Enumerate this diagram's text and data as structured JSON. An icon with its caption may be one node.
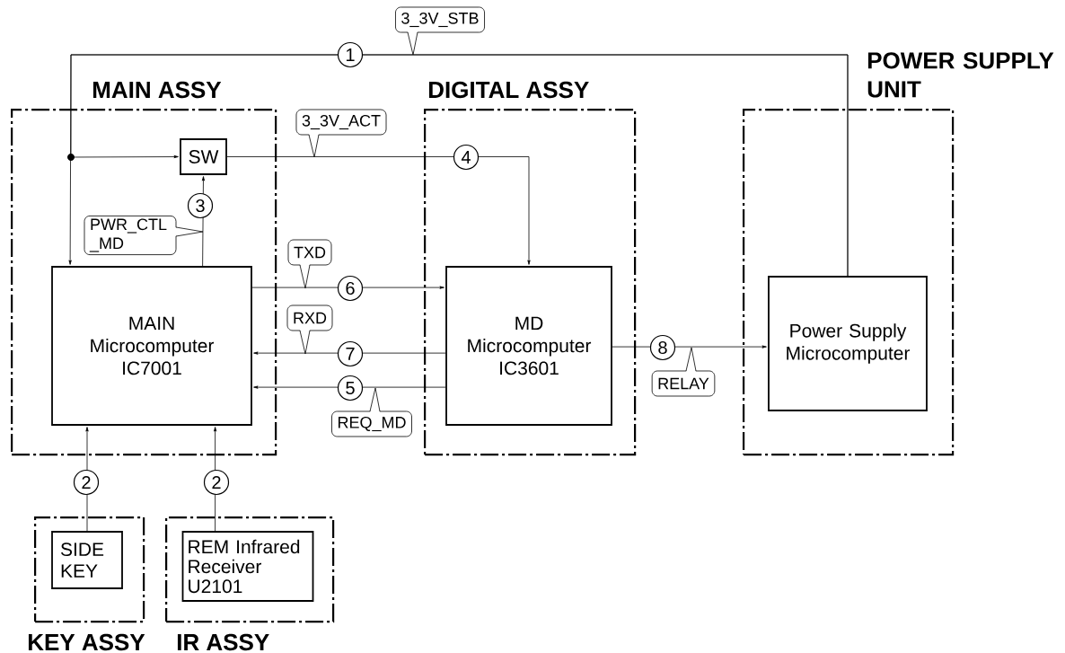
{
  "diagram": {
    "nodes": [
      {
        "text": [
          "MAIN ASSY"
        ]
      },
      {
        "text": [
          "SW"
        ],
        "in": 0
      },
      {
        "text": [
          "MAIN Microcomputer IC7001"
        ],
        "in": 0
      },
      {
        "text": [
          "DIGITAL ASSY"
        ]
      },
      {
        "text": [
          "MD Microcomputer IC3601"
        ],
        "in": 3
      },
      {
        "text": [
          "POWER SUPPLY UNIT"
        ]
      },
      {
        "text": [
          "Power Supply Microcomputer"
        ],
        "in": 5
      },
      {
        "text": [
          "KEY ASSY"
        ]
      },
      {
        "text": [
          "SIDE KEY"
        ],
        "in": 7
      },
      {
        "text": [
          "IR ASSY"
        ]
      },
      {
        "text": [
          "REM Infrared Receiver U2101"
        ],
        "in": 9
      }
    ],
    "edges": [
      {
        "from": 6,
        "to": 2,
        "arrow": "to",
        "label": "1"
      },
      {
        "from": 6,
        "to": 1,
        "arrow": "to"
      },
      {
        "from": 2,
        "to": 1,
        "arrow": "to",
        "label": "3"
      },
      {
        "from": 1,
        "to": 4,
        "arrow": "to",
        "label": "4"
      },
      {
        "from": 2,
        "to": 4,
        "arrow": "to",
        "label": "6"
      },
      {
        "from": 4,
        "to": 2,
        "arrow": "to",
        "label": "7"
      },
      {
        "from": 4,
        "to": 2,
        "arrow": "to",
        "label": "5"
      },
      {
        "from": 4,
        "to": 6,
        "arrow": "to",
        "label": "8"
      },
      {
        "from": 8,
        "to": 2,
        "arrow": "to",
        "label": "2"
      },
      {
        "from": 10,
        "to": 2,
        "arrow": "to",
        "label": "2"
      }
    ],
    "labels": [
      "3_3V_STB",
      "3_3V_ACT",
      "PWR_CTL _MD",
      "TXD",
      "RXD",
      "REQ_MD",
      "RELAY"
    ]
  }
}
